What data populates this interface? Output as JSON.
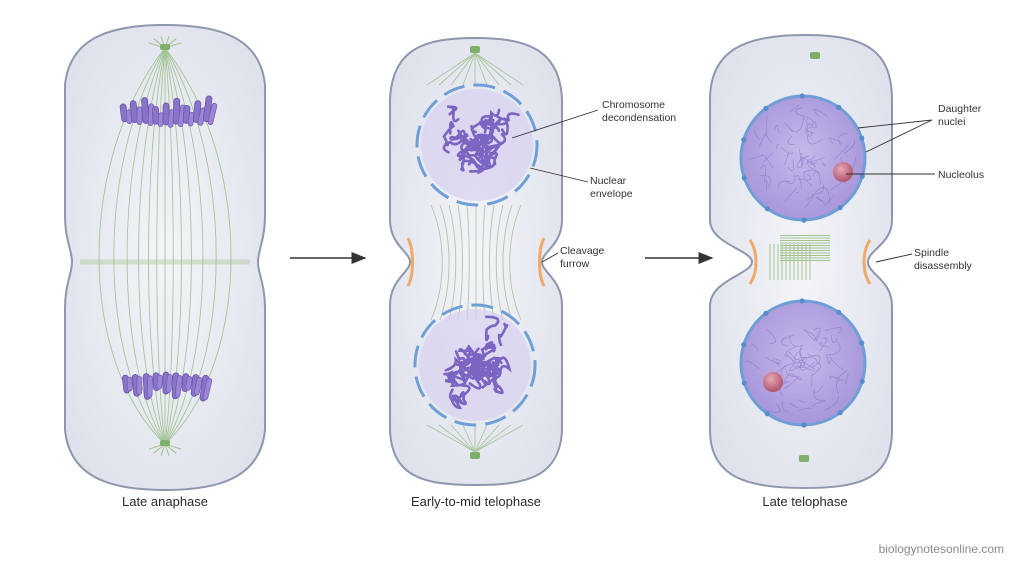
{
  "stages": [
    {
      "label": "Late anaphase"
    },
    {
      "label": "Early-to-mid telophase"
    },
    {
      "label": "Late telophase"
    }
  ],
  "annotations": {
    "chromosome_decondensation": [
      "Chromosome",
      "decondensation"
    ],
    "nuclear_envelope": [
      "Nuclear",
      "envelope"
    ],
    "cleavage_furrow": [
      "Cleavage",
      "furrow"
    ],
    "daughter_nuclei": [
      "Daughter",
      "nuclei"
    ],
    "nucleolus": [
      "Nucleolus"
    ],
    "spindle_disassembly": [
      "Spindle",
      "disassembly"
    ]
  },
  "credit": "biologynotesonline.com",
  "colors": {
    "cell_fill": "#e9ebf3",
    "cell_stroke": "#8e97ad",
    "chromosome": "#8a73c9",
    "spindle": "#8fb878",
    "envelope": "#6f9fd6",
    "furrow": "#f0a35a",
    "nucleolus": "#c0697e"
  }
}
